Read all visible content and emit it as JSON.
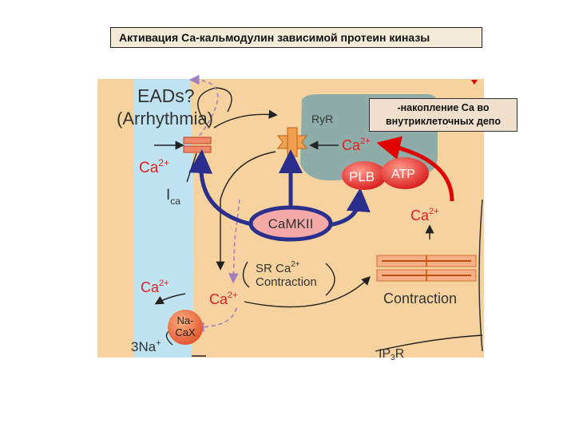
{
  "title": "Активация Са-кальмодулин зависимой протеин киназы",
  "note": {
    "line1": "-накопление Са во",
    "line2": "внутриклеточных депо"
  },
  "diagram": {
    "eads": "EADs?",
    "arrhythmia": "(Arrhythmia)",
    "ca_left": "Ca",
    "ca_left_sup": "2+",
    "ica": "I",
    "ica_sub": "ca",
    "ryr": "RyR",
    "ca_sr": "Ca",
    "ca_sr_sup": "2+",
    "plb": "PLB",
    "atp": "ATP",
    "camkii": "CaMKII",
    "ca_right": "Ca",
    "ca_right_sup": "2+",
    "sr_ca": "SR Ca",
    "sr_ca_sup": "2+",
    "sr_contraction": "Contraction",
    "ca_lower_left": "Ca",
    "ca_lower_left_sup": "2+",
    "ca_center": "Ca",
    "ca_center_sup": "2+",
    "naca_1": "Na-",
    "naca_2": "CaX",
    "na3": "3Na",
    "na3_sup": "+",
    "contraction": "Contraction",
    "ip3r": "IP",
    "ip3r_sub": "3",
    "ip3r_end": "R"
  },
  "colors": {
    "panel_bg": "#f6d29e",
    "membrane": "#bfe3f1",
    "sr": "#8fada8",
    "ca_red": "#e02020",
    "camkii_blue": "#2a2e8c",
    "arrow_red": "#e00000",
    "dashed_purple": "#a080c0"
  }
}
